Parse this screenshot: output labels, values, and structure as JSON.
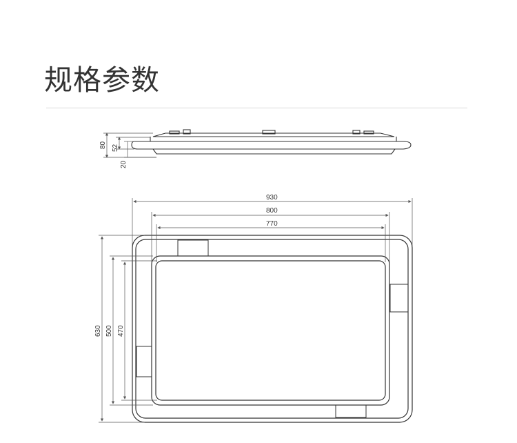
{
  "page": {
    "title": "规格参数"
  },
  "colors": {
    "line": "#333333",
    "divider": "#d9d9d9",
    "dim": "#555555"
  },
  "side_view": {
    "dimensions": {
      "total_height": "80",
      "body_height": "52",
      "lip_height": "20"
    }
  },
  "top_view": {
    "dimensions": {
      "outer_width": "930",
      "mid_width": "800",
      "inner_width": "770",
      "outer_depth": "630",
      "mid_depth": "500",
      "inner_depth": "470"
    }
  }
}
